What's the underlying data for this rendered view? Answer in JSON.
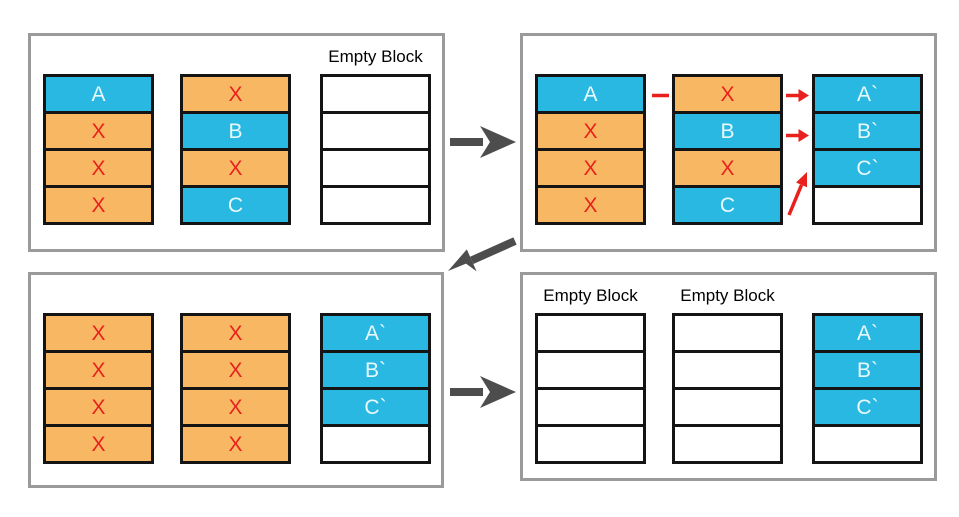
{
  "colors": {
    "valid_block": "#29b8e2",
    "stale_block": "#f8b863",
    "empty_block": "#ffffff",
    "x_mark": "#e8211d",
    "red_arrow": "#e8211d",
    "gray_arrow": "#4d4d4d",
    "panel_border": "#9a9a9a",
    "cell_border": "#141414",
    "label_text": "#000000"
  },
  "panels": [
    {
      "id": "top-left",
      "columns": [
        {
          "label": "",
          "cells": [
            {
              "text": "A",
              "state": "valid"
            },
            {
              "text": "X",
              "state": "stale"
            },
            {
              "text": "X",
              "state": "stale"
            },
            {
              "text": "X",
              "state": "stale"
            }
          ]
        },
        {
          "label": "",
          "cells": [
            {
              "text": "X",
              "state": "stale"
            },
            {
              "text": "B",
              "state": "valid"
            },
            {
              "text": "X",
              "state": "stale"
            },
            {
              "text": "C",
              "state": "valid"
            }
          ]
        },
        {
          "label": "Empty Block",
          "cells": [
            {
              "text": "",
              "state": "empty"
            },
            {
              "text": "",
              "state": "empty"
            },
            {
              "text": "",
              "state": "empty"
            },
            {
              "text": "",
              "state": "empty"
            }
          ]
        }
      ]
    },
    {
      "id": "top-right",
      "columns": [
        {
          "label": "",
          "cells": [
            {
              "text": "A",
              "state": "valid"
            },
            {
              "text": "X",
              "state": "stale"
            },
            {
              "text": "X",
              "state": "stale"
            },
            {
              "text": "X",
              "state": "stale"
            }
          ]
        },
        {
          "label": "",
          "cells": [
            {
              "text": "X",
              "state": "stale"
            },
            {
              "text": "B",
              "state": "valid"
            },
            {
              "text": "X",
              "state": "stale"
            },
            {
              "text": "C",
              "state": "valid"
            }
          ]
        },
        {
          "label": "",
          "cells": [
            {
              "text": "A`",
              "state": "valid"
            },
            {
              "text": "B`",
              "state": "valid"
            },
            {
              "text": "C`",
              "state": "valid"
            },
            {
              "text": "",
              "state": "empty"
            }
          ]
        }
      ],
      "red_arrows": [
        {
          "name": "copy-a-to-a-prime-arrow"
        },
        {
          "name": "copy-b-to-b-prime-arrow"
        },
        {
          "name": "copy-c-to-c-prime-arrow"
        }
      ]
    },
    {
      "id": "bottom-left",
      "columns": [
        {
          "label": "",
          "cells": [
            {
              "text": "X",
              "state": "stale"
            },
            {
              "text": "X",
              "state": "stale"
            },
            {
              "text": "X",
              "state": "stale"
            },
            {
              "text": "X",
              "state": "stale"
            }
          ]
        },
        {
          "label": "",
          "cells": [
            {
              "text": "X",
              "state": "stale"
            },
            {
              "text": "X",
              "state": "stale"
            },
            {
              "text": "X",
              "state": "stale"
            },
            {
              "text": "X",
              "state": "stale"
            }
          ]
        },
        {
          "label": "",
          "cells": [
            {
              "text": "A`",
              "state": "valid"
            },
            {
              "text": "B`",
              "state": "valid"
            },
            {
              "text": "C`",
              "state": "valid"
            },
            {
              "text": "",
              "state": "empty"
            }
          ]
        }
      ]
    },
    {
      "id": "bottom-right",
      "columns": [
        {
          "label": "Empty Block",
          "cells": [
            {
              "text": "",
              "state": "empty"
            },
            {
              "text": "",
              "state": "empty"
            },
            {
              "text": "",
              "state": "empty"
            },
            {
              "text": "",
              "state": "empty"
            }
          ]
        },
        {
          "label": "Empty Block",
          "cells": [
            {
              "text": "",
              "state": "empty"
            },
            {
              "text": "",
              "state": "empty"
            },
            {
              "text": "",
              "state": "empty"
            },
            {
              "text": "",
              "state": "empty"
            }
          ]
        },
        {
          "label": "",
          "cells": [
            {
              "text": "A`",
              "state": "valid"
            },
            {
              "text": "B`",
              "state": "valid"
            },
            {
              "text": "C`",
              "state": "valid"
            },
            {
              "text": "",
              "state": "empty"
            }
          ]
        }
      ]
    }
  ],
  "connectors": [
    {
      "name": "arrow-right-top-icon"
    },
    {
      "name": "arrow-down-left-icon"
    },
    {
      "name": "arrow-right-bottom-icon"
    }
  ]
}
